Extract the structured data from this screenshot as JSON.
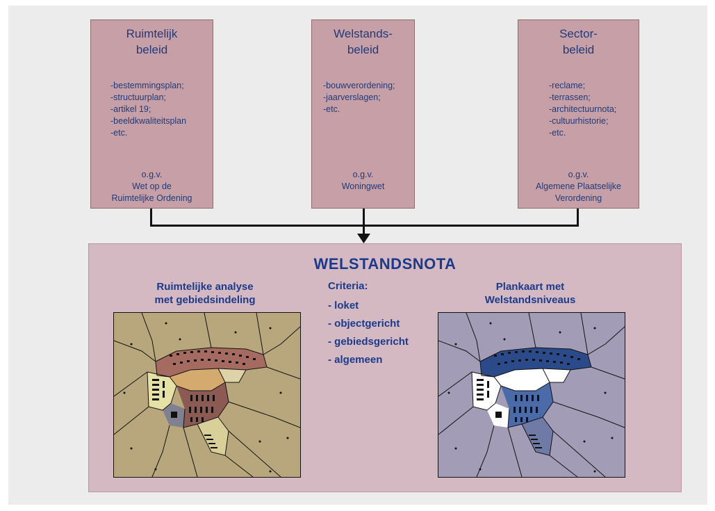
{
  "policies": [
    {
      "title": "Ruimtelijk\nbeleid",
      "items": [
        "-bestemmingsplan;",
        "-structuurplan;",
        "-artikel 19;",
        "-beeldkwaliteitsplan",
        "-etc."
      ],
      "basis": [
        "o.g.v.",
        "Wet op de",
        "Ruimtelijke Ordening"
      ]
    },
    {
      "title": "Welstands-\nbeleid",
      "items": [
        "-bouwverordening;",
        "-jaarverslagen;",
        "-etc."
      ],
      "basis": [
        "o.g.v.",
        "Woningwet"
      ]
    },
    {
      "title": "Sector-\nbeleid",
      "items": [
        "-reclame;",
        "-terrassen;",
        "-architectuurnota;",
        "-cultuurhistorie;",
        "-etc."
      ],
      "basis": [
        "o.g.v.",
        "Algemene Plaatselijke",
        "Verordening"
      ]
    }
  ],
  "nota": {
    "title": "WELSTANDSNOTA",
    "left_map_title": "Ruimtelijke analyse\nmet gebiedsindeling",
    "right_map_title": "Plankaart met\nWelstandsniveaus",
    "criteria_heading": "Criteria:",
    "criteria": [
      "- loket",
      "- objectgericht",
      "- gebiedsgericht",
      "- algemeen"
    ]
  },
  "colors": {
    "box_fill": "#c7a0a7",
    "text_blue": "#1c3a8a",
    "panel_fill": "#d4b9c3",
    "analysis_map": {
      "outer": "#b8a67c",
      "red": "#a56a60",
      "orange": "#d4aa6f",
      "pale": "#e6e2a5",
      "center": "#8c5a52",
      "grey": "#7f8090",
      "beige": "#d9cf98"
    },
    "plan_map": {
      "outer": "#a29cb7",
      "blue": "#2a4a8a",
      "white": "#ffffff",
      "center": "#4a6aa8",
      "mid": "#6f7aa6"
    }
  }
}
